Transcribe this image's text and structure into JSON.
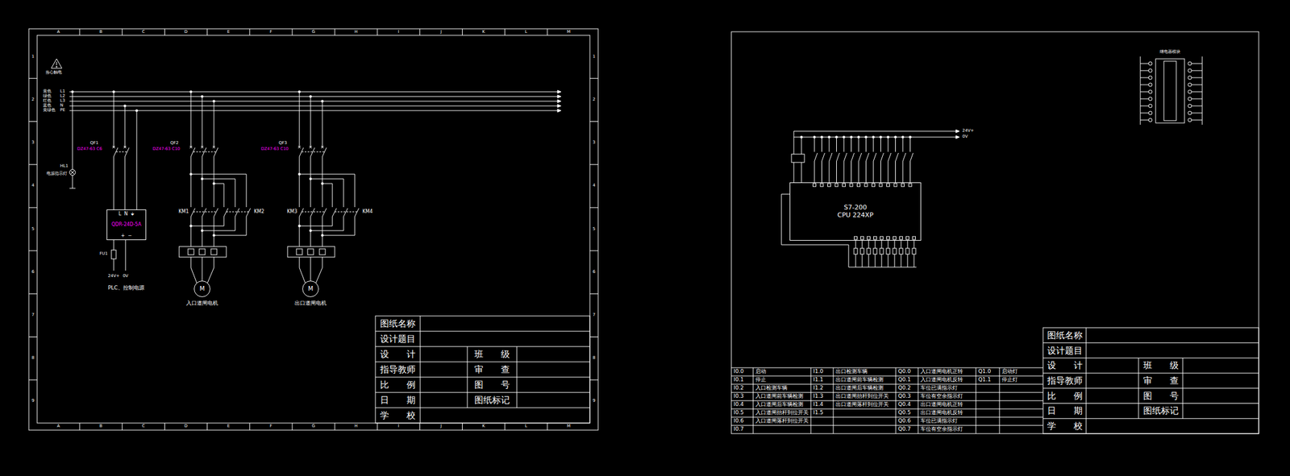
{
  "diagram": {
    "nodes": [
      {
        "text": [
          "L  N  ⏚",
          "QDR-24D-5A",
          "+  −"
        ]
      },
      {
        "text": [
          "M"
        ]
      },
      {
        "text": [
          "M"
        ]
      },
      {
        "text": [
          "S7-200",
          "CPU 224XP"
        ]
      }
    ],
    "labels": [
      "A",
      "B",
      "C",
      "D",
      "E",
      "F",
      "G",
      "H",
      "I",
      "J",
      "K",
      "L",
      "M",
      "A",
      "B",
      "C",
      "D",
      "E",
      "F",
      "G",
      "H",
      "I",
      "J",
      "K",
      "L",
      "M",
      "1",
      "2",
      "3",
      "4",
      "5",
      "6",
      "7",
      "8",
      "9",
      "1",
      "2",
      "3",
      "4",
      "5",
      "6",
      "7",
      "8",
      "9",
      "图纸名称",
      "设计题目",
      "设　　计",
      "班　　级",
      "指导教师",
      "审　　查",
      "比　　例",
      "图　　号",
      "日　　期",
      "图纸标记",
      "学　　校",
      "图纸名称",
      "设计题目",
      "设　　计",
      "班　　级",
      "指导教师",
      "审　　查",
      "比　　例",
      "图　　号",
      "日　　期",
      "图纸标记",
      "学　　校",
      "L1",
      "L2",
      "L3",
      "N",
      "PE",
      "黄色",
      "绿色",
      "红色",
      "蓝色",
      "黄绿色",
      "当心触电",
      "HL1",
      "电源指示灯",
      "QF1",
      "DZ47-63 C6",
      "FU1",
      "24V+",
      "0V",
      "PLC、控制电源",
      "QF2",
      "DZ47-63 C10",
      "KM1",
      "KM2",
      "入口道闸电机",
      "QF3",
      "DZ47-63 C10",
      "KM3",
      "KM4",
      "出口道闸电机",
      "24V+",
      "0V",
      "继电器模块",
      "I0.0",
      "启动",
      "I1.0",
      "出口检测车辆",
      "Q0.0",
      "入口道闸电机正转",
      "Q1.0",
      "启动灯",
      "I0.1",
      "停止",
      "I1.1",
      "出口道闸前车辆检测",
      "Q0.1",
      "入口道闸电机反转",
      "Q1.1",
      "停止灯",
      "I0.2",
      "入口检测车辆",
      "I1.2",
      "出口道闸后车辆检测",
      "Q0.2",
      "车位已满指示灯",
      "I0.3",
      "入口道闸前车辆检测",
      "I1.3",
      "出口道闸抬杆到位开关",
      "Q0.3",
      "车位有空余指示灯",
      "I0.4",
      "入口道闸后车辆检测",
      "I1.4",
      "出口道闸落杆到位开关",
      "Q0.4",
      "出口道闸电机正转",
      "I0.5",
      "入口道闸抬杆到位开关",
      "I1.5",
      "Q0.5",
      "出口道闸电机反转",
      "I0.6",
      "入口道闸落杆到位开关",
      "Q0.6",
      "车位已满指示灯",
      "I0.7",
      "Q0.7",
      "车位有空余指示灯"
    ]
  }
}
